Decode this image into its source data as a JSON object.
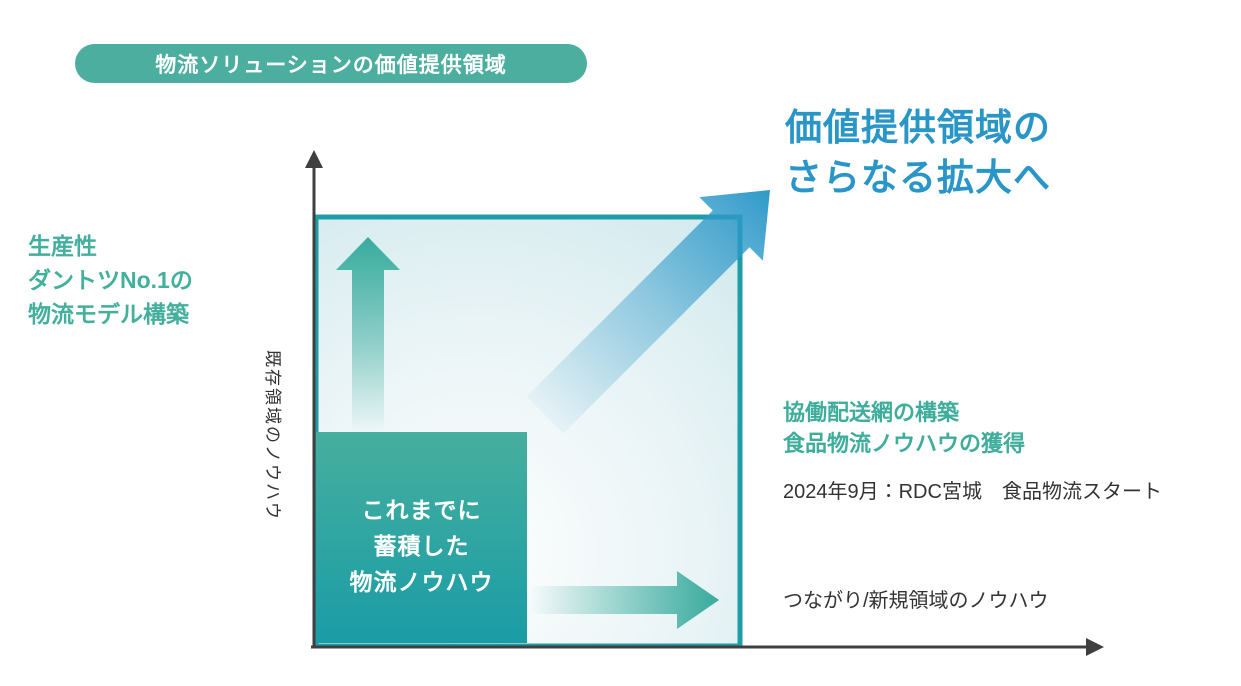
{
  "badge": {
    "label": "物流ソリューションの価値提供領域",
    "bg_color": "#4BAE9F",
    "text_color": "#FFFFFF"
  },
  "headline": {
    "lines": [
      "価値提供領域の",
      "さらなる拡大へ"
    ],
    "color": "#2996C7"
  },
  "left_note": {
    "lines": [
      "生産性",
      "ダントツNo.1の",
      "物流モデル構築"
    ],
    "color": "#43AF9D"
  },
  "diagram": {
    "y_axis_label": "既存領域のノウハウ",
    "x_axis_label": "つながり/新規領域のノウハウ",
    "core_box": {
      "lines": [
        "これまでに",
        "蓄積した",
        "物流ノウハウ"
      ],
      "fill_top": "#46AF9E",
      "fill_bottom": "#1A9CA6"
    },
    "square_border_color": "#1F9DA7",
    "teal_arrow_color": "#38AB9D",
    "blue_arrow_color": "#2996C7",
    "axis_color": "#3F3F3F"
  },
  "right_note": {
    "lines": [
      "協働配送網の構築",
      "食品物流ノウハウの獲得"
    ],
    "detail": "2024年9月：RDC宮城　食品物流スタート",
    "color": "#3EAD9B"
  }
}
